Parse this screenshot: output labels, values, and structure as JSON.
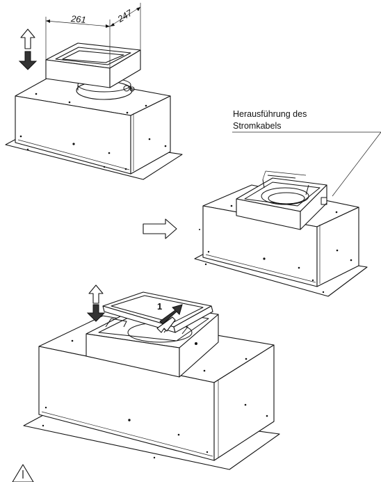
{
  "dimensions": {
    "width_mm": "261",
    "depth_mm": "247"
  },
  "callout": {
    "line1": "Herausführung des",
    "line2": "Stromkabels"
  },
  "step_number": "1",
  "colors": {
    "line": "#111111",
    "arrow_dark": "#333333",
    "background": "#ffffff"
  }
}
